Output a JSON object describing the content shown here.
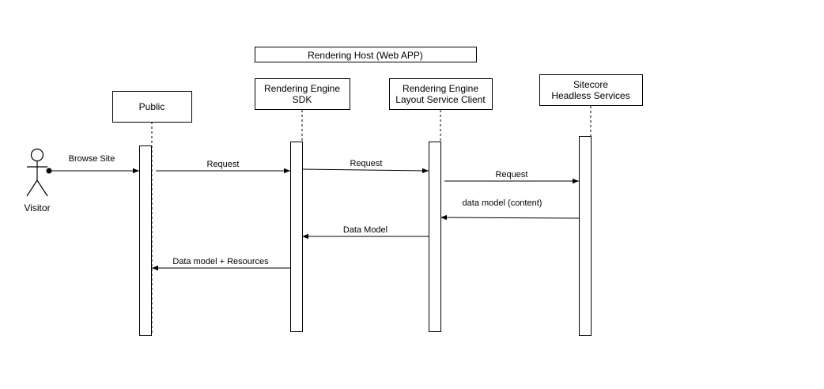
{
  "group": {
    "label": "Rendering Host (Web APP)"
  },
  "actor": {
    "label": "Visitor"
  },
  "participants": [
    {
      "id": "public",
      "lines": [
        "Public"
      ]
    },
    {
      "id": "sdk",
      "lines": [
        "Rendering Engine",
        "SDK"
      ]
    },
    {
      "id": "lsc",
      "lines": [
        "Rendering Engine",
        "Layout Service Client"
      ]
    },
    {
      "id": "headless",
      "lines": [
        "Sitecore",
        "Headless Services"
      ]
    }
  ],
  "messages": [
    {
      "id": "browse-site",
      "label": "Browse Site"
    },
    {
      "id": "request-public-sdk",
      "label": "Request"
    },
    {
      "id": "request-sdk-lsc",
      "label": "Request"
    },
    {
      "id": "request-lsc-headless",
      "label": "Request"
    },
    {
      "id": "data-model-content",
      "label": "data model (content)"
    },
    {
      "id": "data-model",
      "label": "Data Model"
    },
    {
      "id": "data-model-resources",
      "label": "Data model + Resources"
    }
  ],
  "colors": {
    "stroke": "#000000",
    "fill": "#ffffff"
  }
}
